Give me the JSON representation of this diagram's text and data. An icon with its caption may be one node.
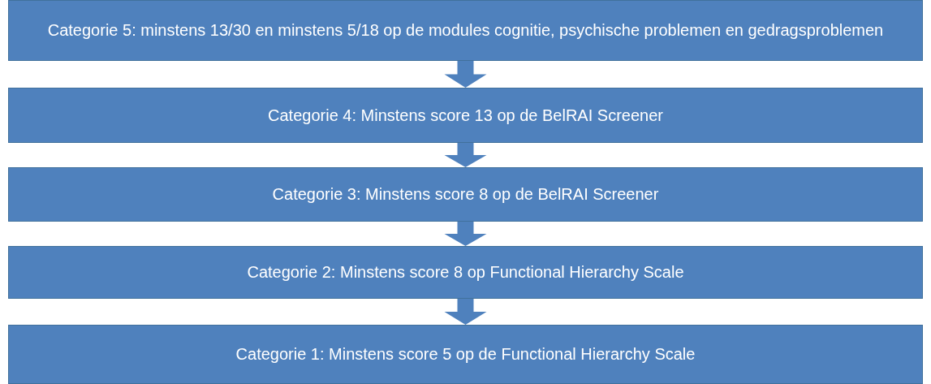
{
  "diagram": {
    "nodes": [
      {
        "text": [
          "Categorie 5: minstens 13/30 en minstens 5/18 op de modules cognitie, psychische problemen en gedragsproblemen"
        ]
      },
      {
        "text": [
          "Categorie 4: Minstens score 13 op de BelRAI Screener"
        ]
      },
      {
        "text": [
          "Categorie 3: Minstens score 8 op de BelRAI Screener"
        ]
      },
      {
        "text": [
          "Categorie 2: Minstens score 8 op Functional Hierarchy Scale"
        ]
      },
      {
        "text": [
          "Categorie 1: Minstens score 5 op de Functional Hierarchy Scale"
        ]
      }
    ],
    "edges": [
      {
        "from": 0,
        "to": 1,
        "arrow": "to"
      },
      {
        "from": 1,
        "to": 2,
        "arrow": "to"
      },
      {
        "from": 2,
        "to": 3,
        "arrow": "to"
      },
      {
        "from": 3,
        "to": 4,
        "arrow": "to"
      }
    ]
  }
}
